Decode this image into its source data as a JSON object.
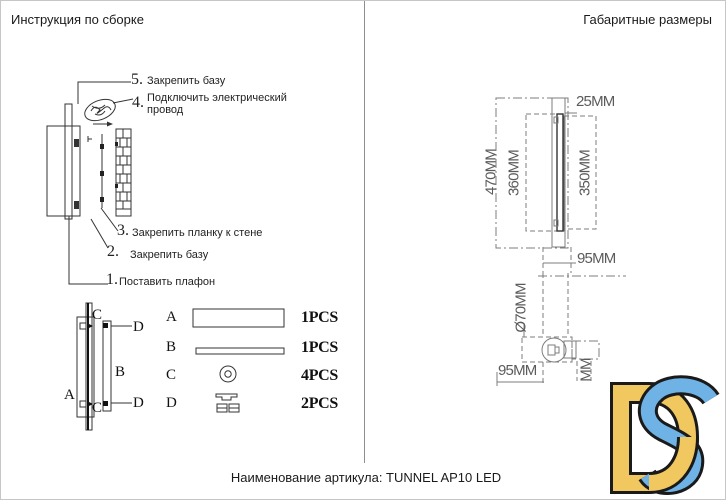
{
  "header": {
    "left_title": "Инструкция по сборке",
    "right_title": "Габаритные размеры"
  },
  "steps": [
    {
      "num": "5.",
      "text": "Закрепить базу"
    },
    {
      "num": "4.",
      "text": "Подключить электрический провод"
    },
    {
      "num": "3.",
      "text": "Закрепить планку к стене"
    },
    {
      "num": "2.",
      "text": "Закрепить базу"
    },
    {
      "num": "1.",
      "text": "Поставить плафон"
    }
  ],
  "exploded_labels": {
    "a": "A",
    "b": "B",
    "c_top": "C",
    "c_bottom": "C",
    "d_top": "D",
    "d_bottom": "D"
  },
  "parts": [
    {
      "letter": "A",
      "qty": "1PCS",
      "shape": "panel"
    },
    {
      "letter": "B",
      "qty": "1PCS",
      "shape": "bar"
    },
    {
      "letter": "C",
      "qty": "4PCS",
      "shape": "washer"
    },
    {
      "letter": "D",
      "qty": "2PCS",
      "shape": "nuts"
    }
  ],
  "dimensions": {
    "front_view": {
      "top_depth": "25MM",
      "outer_height": "470MM",
      "body_height": "360MM",
      "inner_height": "350MM",
      "bottom_width": "95MM"
    },
    "side_view": {
      "diameter": "Ø70MM",
      "width": "95MM",
      "partial": "MM"
    }
  },
  "footer": {
    "article_label": "Наименование артикула: TUNNEL AP10 LED"
  },
  "logo": {
    "text": "DS",
    "colors": {
      "yellow": "#F1C75F",
      "blue": "#6FB3E6",
      "outline": "#1A1A1A"
    }
  }
}
